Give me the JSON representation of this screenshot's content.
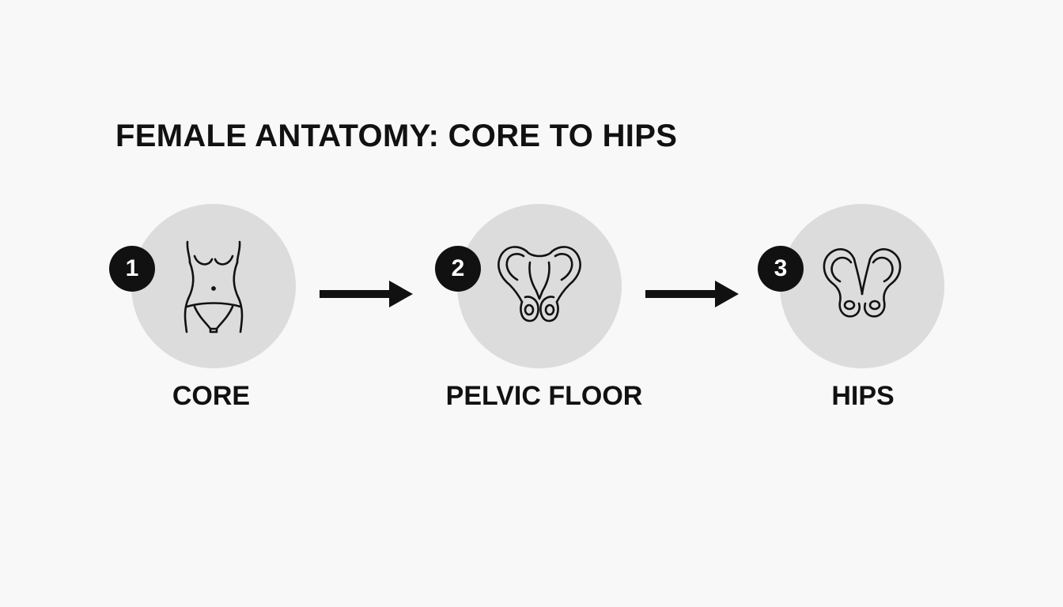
{
  "title": "FEMALE ANTATOMY: CORE TO HIPS",
  "colors": {
    "background": "#f8f8f8",
    "circle_fill": "#dcdcdc",
    "badge_fill": "#111111",
    "badge_text": "#ffffff",
    "text": "#111111"
  },
  "steps": [
    {
      "number": "1",
      "label": "CORE",
      "icon": "female-torso-icon"
    },
    {
      "number": "2",
      "label": "PELVIC FLOOR",
      "icon": "pelvis-front-icon"
    },
    {
      "number": "3",
      "label": "HIPS",
      "icon": "hip-bones-icon"
    }
  ],
  "connectors": [
    {
      "icon": "right-arrow-icon"
    },
    {
      "icon": "right-arrow-icon"
    }
  ]
}
